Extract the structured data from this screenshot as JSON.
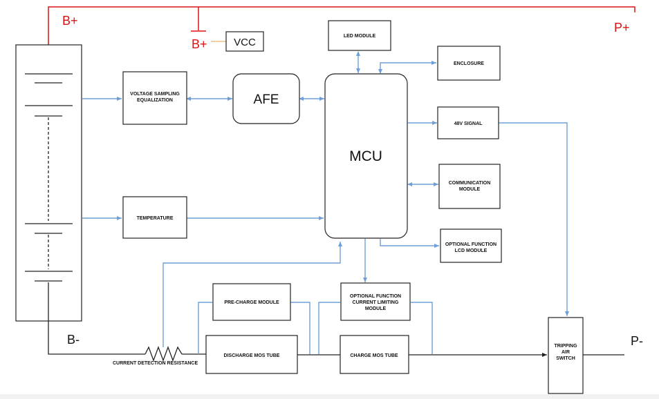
{
  "labels": {
    "b_plus_top": "B+",
    "b_plus_vcc": "B+",
    "vcc": "VCC",
    "p_plus": "P+",
    "b_minus": "B-",
    "p_minus": "P-",
    "current_detection": "CURRENT DETECTION RESISTANCE"
  },
  "blocks": {
    "led_module": "LED MODULE",
    "voltage_sampling": [
      "VOLTAGE SAMPLING",
      "EQUALIZATION"
    ],
    "afe": "AFE",
    "mcu": "MCU",
    "enclosure": "ENCLOSURE",
    "signal_48v": "48V SIGNAL",
    "communication": [
      "COMMUNICATION",
      "MODULE"
    ],
    "temperature": "TEMPERATURE",
    "lcd": [
      "OPTIONAL FUNCTION",
      "LCD MODULE"
    ],
    "precharge": "PRE-CHARGE MODULE",
    "current_limiting": [
      "OPTIONAL FUNCTION",
      "CURRENT LIMITING",
      "MODULE"
    ],
    "discharge_mos": "DISCHARGE MOS TUBE",
    "charge_mos": "CHARGE MOS TUBE",
    "tripping": [
      "TRIPPING",
      "AIR",
      "SWITCH"
    ]
  },
  "colors": {
    "power_positive": "#e01010",
    "signal": "#6f9fd8",
    "ground": "#222222"
  }
}
